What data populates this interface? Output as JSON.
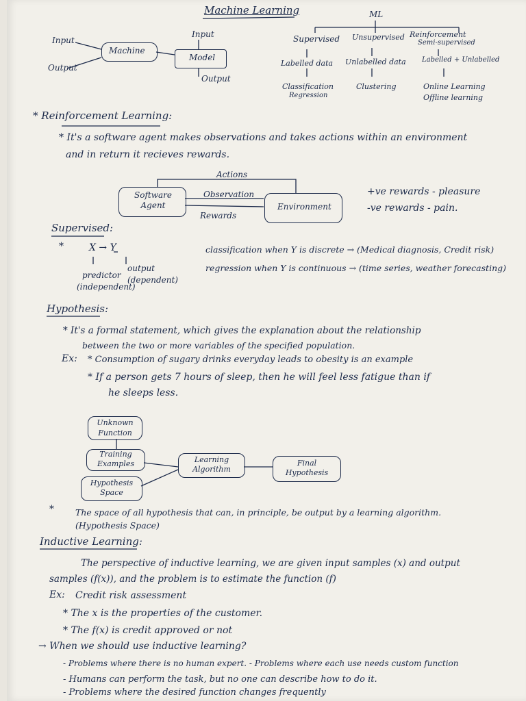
{
  "title": "Machine Learning",
  "top_diagram": {
    "input": "Input",
    "output": "Output",
    "machine": "Machine",
    "model": "Model",
    "model_input": "Input",
    "model_output": "Output"
  },
  "ml_tree": {
    "root": "ML",
    "supervised": "Supervised",
    "unsupervised": "Unsupervised",
    "reinforcement": "Reinforcement",
    "semi": "Semi-supervised",
    "sup_data": "Labelled data",
    "unsup_data": "Unlabelled data",
    "rl_data": "Labelled + Unlabelled",
    "sup_tasks": [
      "Classification",
      "Regression"
    ],
    "unsup_task": "Clustering",
    "rl_tasks": [
      "Online Learning",
      "Offline learning"
    ]
  },
  "reinforcement": {
    "heading": "Reinforcement Learning:",
    "line1": "* It's a software agent makes observations and takes actions within an environment",
    "line2": "and in return it recieves rewards.",
    "actions": "Actions",
    "agent": "Software Agent",
    "observation": "Observation",
    "environment": "Environment",
    "rewards": "Rewards",
    "pos": "+ve rewards - pleasure",
    "neg": "-ve rewards - pain."
  },
  "supervised": {
    "heading": "Supervised:",
    "xy": "X → Y",
    "predictor": "predictor",
    "independent": "(independent)",
    "output": "output",
    "dependent": "(dependent)",
    "classification": "classification when Y is discrete → (Medical diagnosis, Credit risk)",
    "regression": "regression when Y is continuous → (time series, weather forecasting)"
  },
  "hypothesis": {
    "heading": "Hypothesis:",
    "line1": "* It's a formal statement, which gives the explanation about the relationship",
    "line2": "between the two or more variables of the specified population.",
    "ex_label": "Ex:",
    "ex1": "* Consumption of sugary drinks everyday leads to obesity is an example",
    "ex2": "* If a person gets 7 hours of sleep, then he will feel less fatigue than if",
    "ex2b": "he sleeps less.",
    "unknown": "Unknown Function",
    "training": "Training Examples",
    "space": "Hypothesis Space",
    "algo": "Learning Algorithm",
    "final": "Final Hypothesis",
    "def1": "The space of all hypothesis that can, in principle, be output by a learning algorithm.",
    "def2": "(Hypothesis Space)"
  },
  "inductive": {
    "heading": "Inductive Learning:",
    "line1": "The perspective of inductive learning, we are given input samples (x) and output",
    "line2": "samples (f(x)), and the problem is to estimate the function (f)",
    "ex_label": "Ex:",
    "ex": "Credit risk assessment",
    "b1": "* The x is the properties of the customer.",
    "b2": "* The f(x) is credit approved or not",
    "when": "→ When we should use inductive learning?",
    "d1": "- Problems where there is no human expert.  - Problems where each use needs custom function",
    "d2": "- Humans can perform the task, but no one can describe how to do it.",
    "d3": "- Problems where the desired function changes frequently"
  }
}
